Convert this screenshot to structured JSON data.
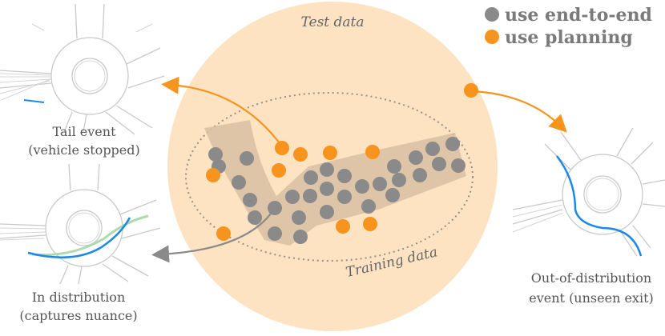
{
  "legend": {
    "end_to_end_label": "use end-to-end",
    "planning_label": "use planning",
    "end_to_end_color": "#8a8a8a",
    "planning_color": "#f7941d"
  },
  "regions": {
    "test_data_label": "Test data",
    "training_data_label": "Training data",
    "test_fill": "#fde3c2",
    "training_band_fill": "#d9bfa3"
  },
  "panels": {
    "tail": {
      "line1": "Tail event",
      "line2": "(vehicle stopped)"
    },
    "in_dist": {
      "line1": "In distribution",
      "line2": "(captures nuance)"
    },
    "ood": {
      "line1": "Out-of-distribution",
      "line2": "event (unseen exit)"
    }
  },
  "path_colors": {
    "planned": "#1e88e5",
    "expert": "#a5d6a7"
  }
}
